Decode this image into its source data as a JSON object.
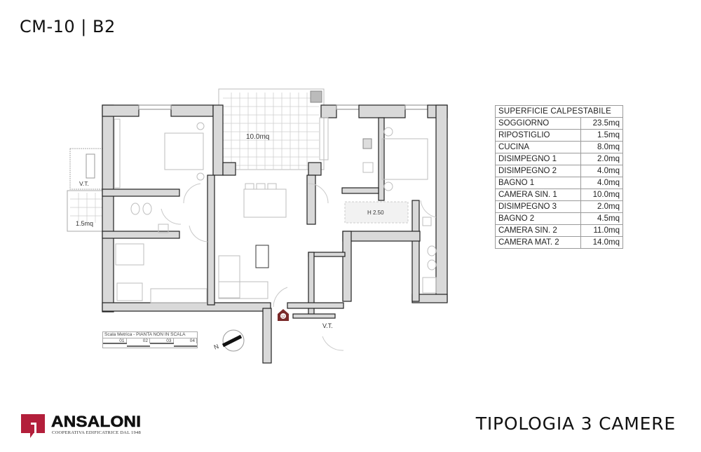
{
  "header": {
    "title": "CM-10 | B2"
  },
  "footer": {
    "typology": "TIPOLOGIA 3 CAMERE",
    "brand": {
      "name": "ANSALONI",
      "tagline": "COOPERATIVA EDIFICATRICE DAL 1948",
      "color": "#b31f3b"
    }
  },
  "area_table": {
    "heading": "SUPERFICIE CALPESTABILE",
    "rows": [
      {
        "room": "SOGGIORNO",
        "area": "23.5mq"
      },
      {
        "room": "RIPOSTIGLIO",
        "area": "1.5mq"
      },
      {
        "room": "CUCINA",
        "area": "8.0mq"
      },
      {
        "room": "DISIMPEGNO 1",
        "area": "2.0mq"
      },
      {
        "room": "DISIMPEGNO 2",
        "area": "4.0mq"
      },
      {
        "room": "BAGNO 1",
        "area": "4.0mq"
      },
      {
        "room": "CAMERA SIN. 1",
        "area": "10.0mq"
      },
      {
        "room": "DISIMPEGNO 3",
        "area": "2.0mq"
      },
      {
        "room": "BAGNO 2",
        "area": "4.5mq"
      },
      {
        "room": "CAMERA SIN. 2",
        "area": "11.0mq"
      },
      {
        "room": "CAMERA MAT. 2",
        "area": "14.0mq"
      }
    ]
  },
  "plan": {
    "labels": {
      "terrace": "10.0mq",
      "balcony_small": "1.5mq",
      "vt_left": "V.T.",
      "vt_bottom": "V.T.",
      "ceiling_height": "H 2.50",
      "entrance_marker": "12"
    },
    "scale_bar": {
      "caption": "Scala Metrica - PIANTA NON IN SCALA",
      "ticks": [
        "01",
        "02",
        "03",
        "04"
      ]
    },
    "north_arrow": {
      "label": "N",
      "icon": "north-arrow-icon"
    },
    "colors": {
      "wall_fill": "#d9d9d9",
      "wall_stroke": "#222222",
      "furniture": "#bdbdbd",
      "entrance_marker": "#7a2a2a"
    }
  }
}
